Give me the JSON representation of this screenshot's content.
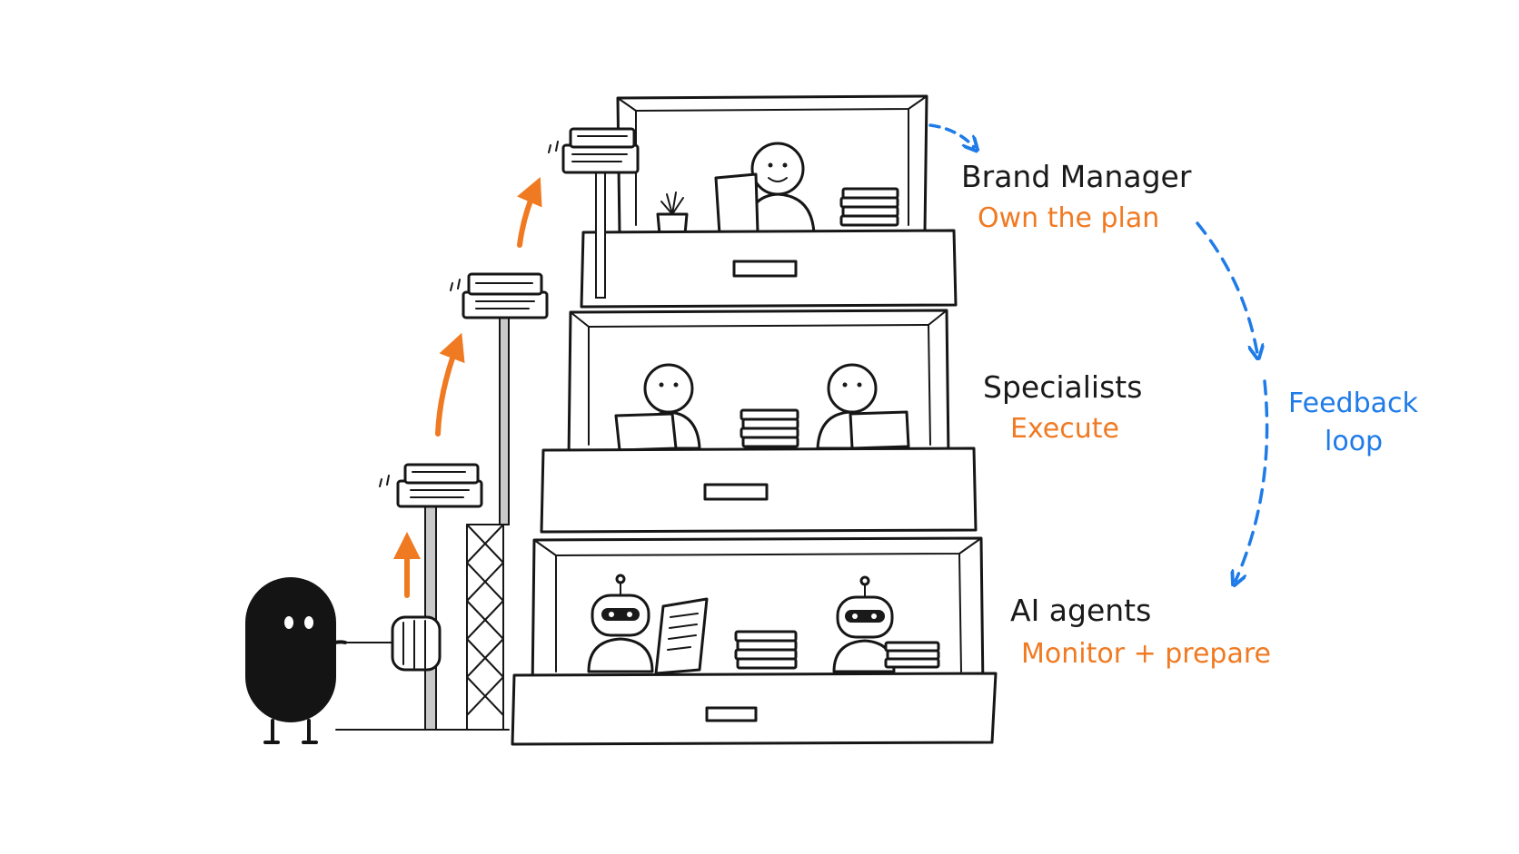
{
  "tiers": [
    {
      "id": "top",
      "title": "Brand Manager",
      "subtitle": "Own the plan"
    },
    {
      "id": "middle",
      "title": "Specialists",
      "subtitle": "Execute"
    },
    {
      "id": "bottom",
      "title": "AI agents",
      "subtitle": "Monitor + prepare"
    }
  ],
  "feedback": {
    "line1": "Feedback",
    "line2": "loop"
  },
  "colors": {
    "ink": "#161616",
    "accent": "#f07a22",
    "loop": "#1e7be8",
    "background": "#ffffff"
  }
}
